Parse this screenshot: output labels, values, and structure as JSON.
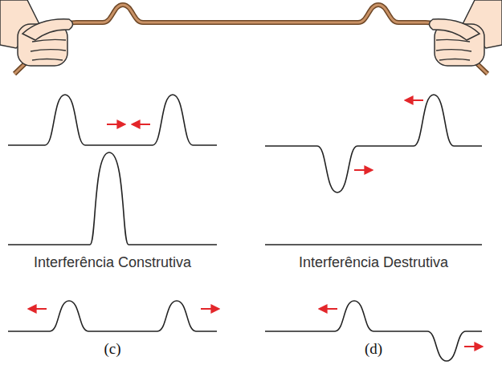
{
  "diagram": {
    "labels": [
      "Interferência Construtiva",
      "Interferência Destrutiva",
      "(c)",
      "(d)"
    ]
  }
}
